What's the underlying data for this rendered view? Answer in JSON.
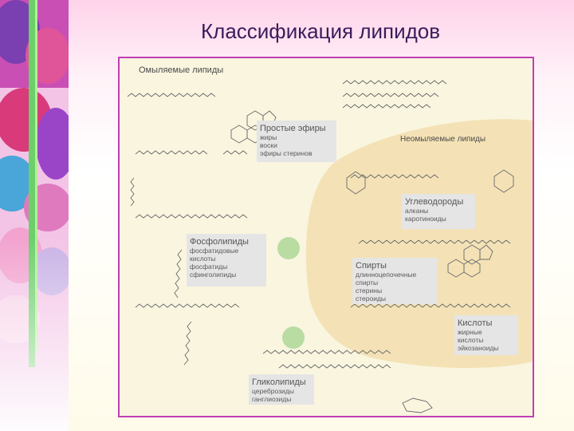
{
  "slide": {
    "title": "Классификация липидов"
  },
  "diagram": {
    "saponifiable_label": "Омыляемые липиды",
    "unsaponifiable_label": "Неомыляемые липиды",
    "boxes": [
      {
        "title": "Простые эфиры",
        "items": [
          "жиры",
          "воски",
          "эфиры стеринов"
        ]
      },
      {
        "title": "Фосфолипиды",
        "items": [
          "фосфатидовые",
          "кислоты",
          "фосфатиды",
          "сфинголипиды"
        ]
      },
      {
        "title": "Гликолипиды",
        "items": [
          "цереброзиды",
          "ганглиозиды"
        ]
      },
      {
        "title": "Углеводороды",
        "items": [
          "алканы",
          "каротиноиды"
        ]
      },
      {
        "title": "Спирты",
        "items": [
          "длинноцепочечные",
          "спирты",
          "стерины",
          "стероиды"
        ]
      },
      {
        "title": "Кислоты",
        "items": [
          "жирные",
          "кислоты",
          "эйкозаноиды"
        ]
      }
    ],
    "colors": {
      "frame_border": "#c23db6",
      "saponifiable_bg": "#f7f3d9",
      "unsaponifiable_bg": "#f4e2b6",
      "box_bg": "#e5e5e5",
      "phosphate_circle": "#b9dca3"
    }
  }
}
